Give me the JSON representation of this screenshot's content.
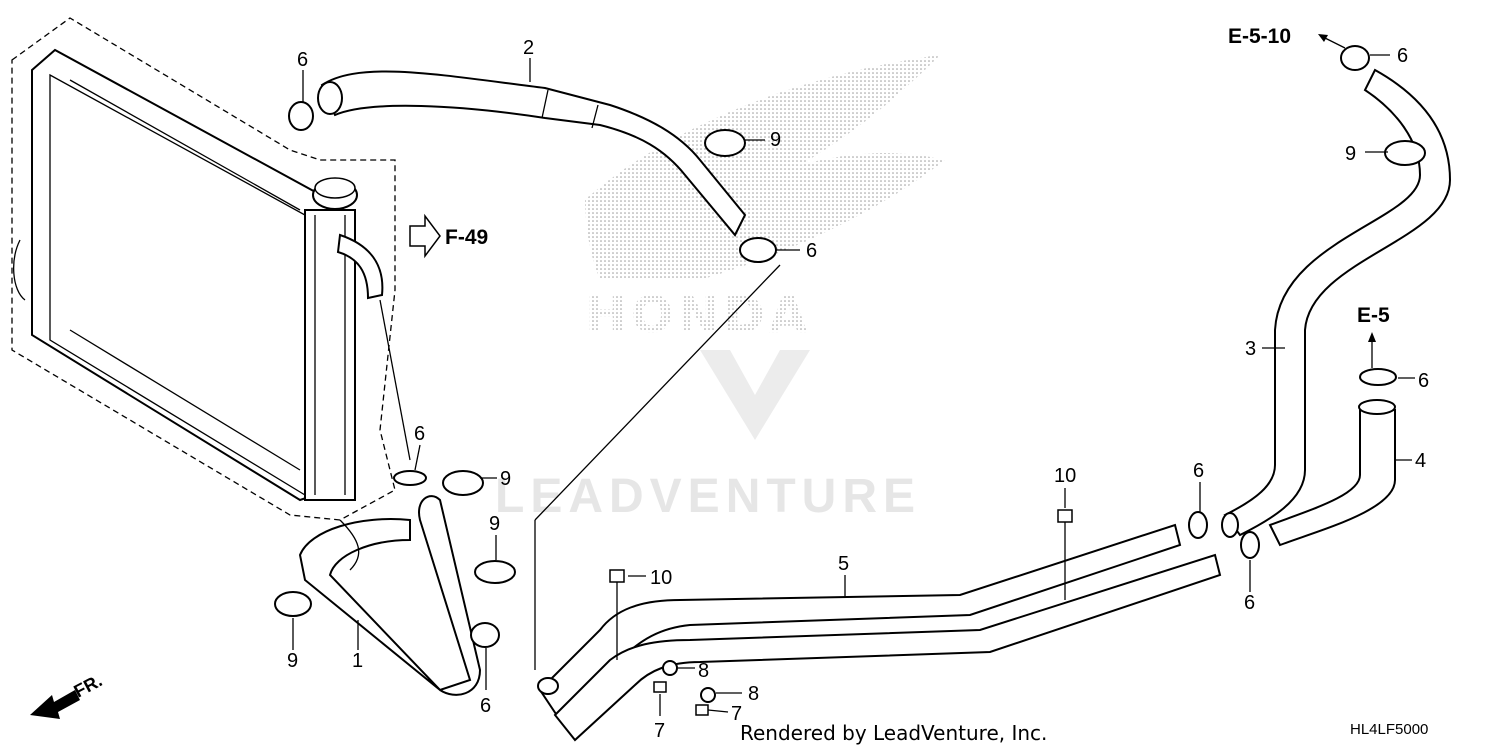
{
  "diagram": {
    "part_labels": {
      "p1": "1",
      "p2": "2",
      "p3": "3",
      "p4": "4",
      "p5": "5",
      "p6a": "6",
      "p6b": "6",
      "p6c": "6",
      "p6d": "6",
      "p6e": "6",
      "p6f": "6",
      "p6g": "6",
      "p6h": "6",
      "p7a": "7",
      "p7b": "7",
      "p8a": "8",
      "p8b": "8",
      "p9a": "9",
      "p9b": "9",
      "p9c": "9",
      "p9d": "9",
      "p9e": "9",
      "p10a": "10",
      "p10b": "10"
    },
    "refs": {
      "f49": "F-49",
      "e510": "E-5-10",
      "e5": "E-5"
    },
    "direction": "FR.",
    "code": "HL4LF5000",
    "watermark_brand": "HONDA",
    "watermark": "LEADVENTURE",
    "rendered_by": "Rendered by LeadVenture, Inc."
  }
}
